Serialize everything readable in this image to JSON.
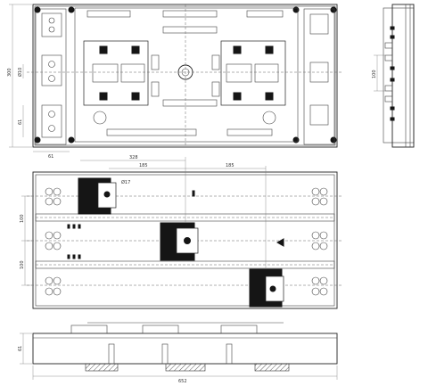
{
  "dimensions": {
    "top_height": "300",
    "top_bolt": "Ø10",
    "top_side": "61",
    "top_foot": "61",
    "side_pitch": "100",
    "front_total_span": "328",
    "front_span_1": "185",
    "front_span_2": "185",
    "front_hole": "Ø17",
    "front_pitch_1": "100",
    "front_pitch_2": "100",
    "bottom_height": "61",
    "bottom_length": "652"
  }
}
